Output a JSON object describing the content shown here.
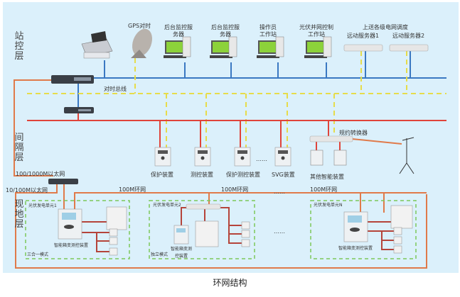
{
  "layers": {
    "station": "站控层",
    "bay": "间隔层",
    "field": "现地层"
  },
  "station_devices": {
    "gps": "GPS对时",
    "server1": "后台监控服务器",
    "server2": "后台监控服务器",
    "operator": "操作员工作站",
    "pv_control": "光伏并网控制工作站",
    "upload_title": "上送各级电网调度",
    "remote1": "远动服务器1",
    "remote2": "远动服务器2"
  },
  "buses": {
    "time_bus": "对时总线",
    "eth_1000": "100/1000M以太网",
    "eth_100": "10/100M以太网",
    "ring1": "100M环网",
    "ring2": "100M环网",
    "ring3": "100M环网"
  },
  "bay_devices": {
    "protection": "保护装置",
    "measure": "测控装置",
    "prot_measure": "保护测控装置",
    "ellipsis": "……",
    "svg": "SVG装置",
    "converter": "规约转换器",
    "other": "其他智能装置"
  },
  "units": [
    {
      "title": "光伏发电单元1",
      "device": "智能箱变测控装置",
      "mode": "三合一模式"
    },
    {
      "title": "光伏发电单元2",
      "device": "智能箱变测控装置",
      "mode": "独立模式"
    },
    {
      "title": "光伏发电单元N",
      "device": "智能箱变测控装置",
      "mode": ""
    }
  ],
  "ellipses": [
    "……",
    "……",
    "……"
  ],
  "caption": "环网结构",
  "colors": {
    "background": "#dbf0fb",
    "station_bus": "#3a78c2",
    "bay_bus": "#e0443a",
    "field_ring": "#e07a4a",
    "time_bus": "#e6dc4a",
    "unit_box": "#7cc85a"
  }
}
